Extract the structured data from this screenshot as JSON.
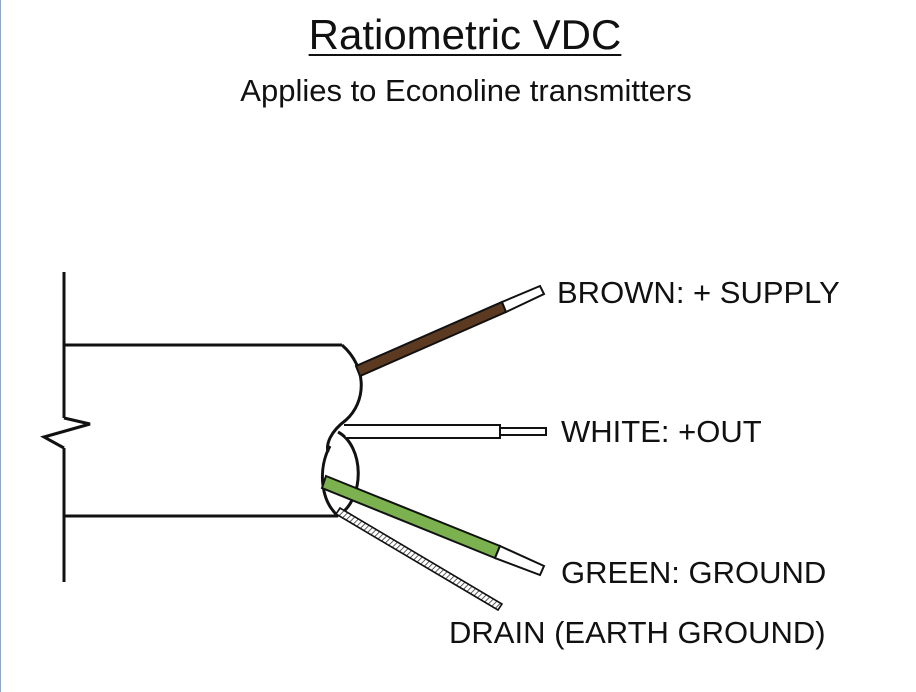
{
  "title": "Ratiometric VDC",
  "subtitle": "Applies to Econoline transmitters",
  "wires": [
    {
      "key": "brown",
      "label": "BROWN: + SUPPLY",
      "color": "#5c3a21"
    },
    {
      "key": "white",
      "label": "WHITE: +OUT",
      "color": "#ffffff"
    },
    {
      "key": "green",
      "label": "GREEN: GROUND",
      "color": "#7bb24f"
    },
    {
      "key": "drain",
      "label": "DRAIN (EARTH GROUND)",
      "color": "#ffffff"
    }
  ]
}
